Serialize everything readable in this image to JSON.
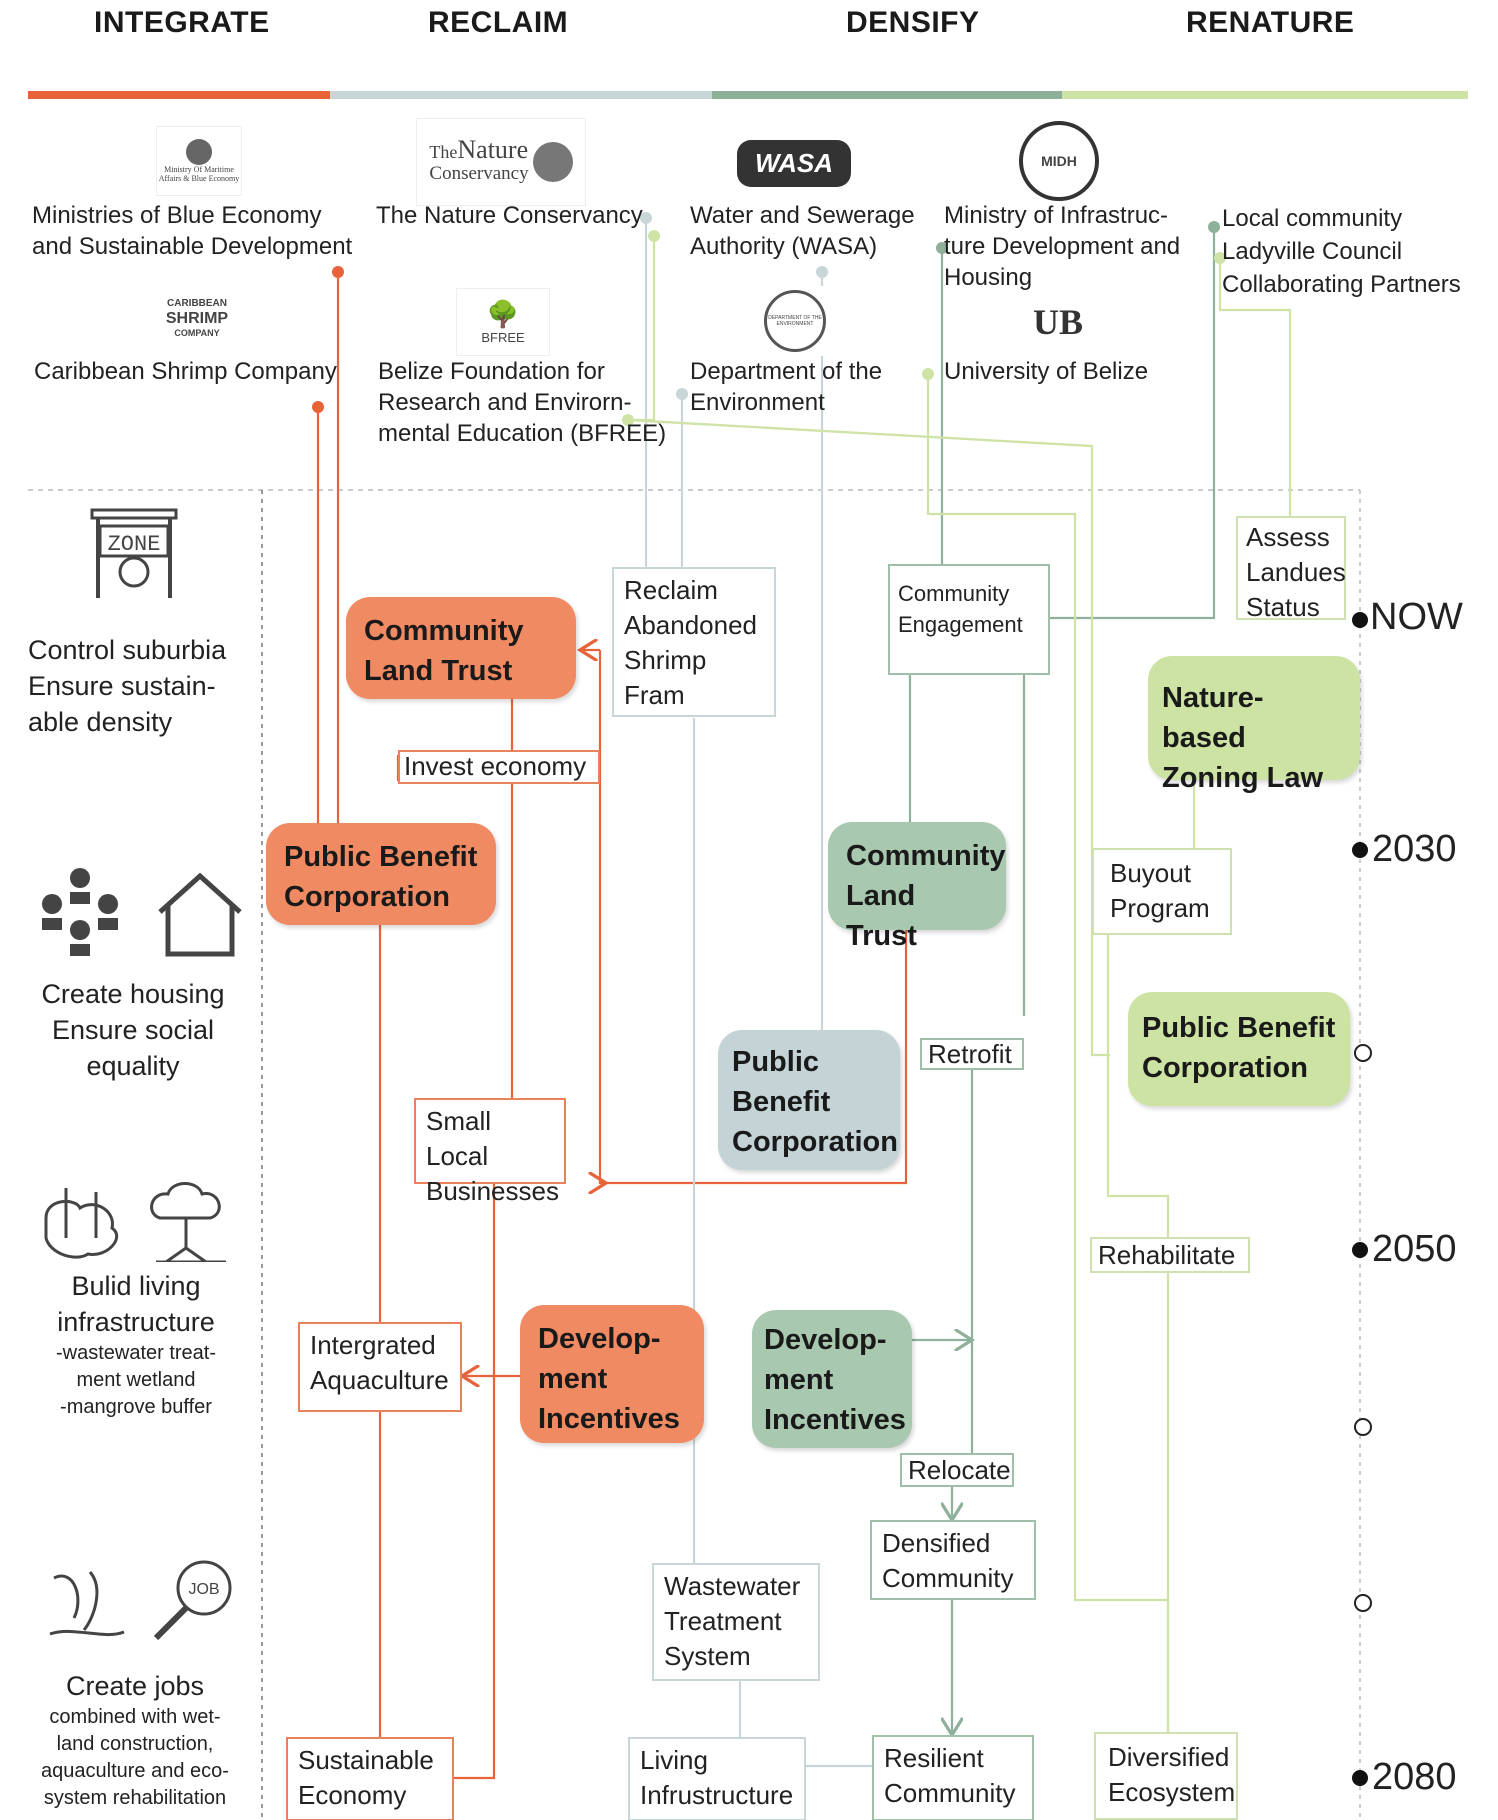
{
  "phases": [
    "INTEGRATE",
    "RECLAIM",
    "DENSIFY",
    "RENATURE"
  ],
  "colors": {
    "orange": "#e8633a",
    "gray": "#c8d6d8",
    "sage": "#8fb09a",
    "lime": "#cfe3a6"
  },
  "logos": {
    "ministry": "Ministry Of Maritime Affairs & Blue Economy",
    "tnc_the": "The",
    "tnc_nature": "Nature",
    "tnc_conservancy": "Conservancy",
    "wasa": "WASA",
    "midh": "MIDH",
    "shrimp_1": "CARIBBEAN",
    "shrimp_2": "SHRIMP",
    "shrimp_3": "COMPANY",
    "bfree": "BFREE",
    "doe": "DEPARTMENT OF THE ENVIRONMENT",
    "ub": "UB"
  },
  "orgs": {
    "ministries": "Ministries of Blue Economy\nand Sustainable Development",
    "tnc": "The Nature Conservancy",
    "wasa": "Water and Sewerage\nAuthority (WASA)",
    "midh": "Ministry of Infrastruc-\nture Development and\nHousing",
    "local": "Local community\nLadyville Council\nCollaborating Partners",
    "shrimp": "Caribbean Shrimp Company",
    "bfree": "Belize Foundation for\nResearch and Envirorn-\nmental Education (BFREE)",
    "doe": "Department of the\nEnvironment",
    "ub": "University of Belize"
  },
  "goals": [
    {
      "main": "Control suburbia\nEnsure sustain-\nable density",
      "sub": "",
      "icon": "zone-sign-icon"
    },
    {
      "main": "Create housing\nEnsure social\nequality",
      "sub": "",
      "icon": "people-house-icon"
    },
    {
      "main": "Bulid living\ninfrastructure",
      "sub": "-wastewater treat-\nment wetland\n-mangrove buffer",
      "icon": "wetland-tree-icon"
    },
    {
      "main": "Create jobs",
      "sub": "combined with wet-\nland construction,\naquaculture and eco-\nsystem rehabilitation",
      "icon": "fish-job-icon"
    }
  ],
  "timeline": {
    "now": "NOW",
    "y2030": "2030",
    "y2050": "2050",
    "y2080": "2080"
  },
  "boxes": {
    "invest": "Invest economy",
    "small_local": "Small Local\nBusinesses",
    "aquaculture": "Intergrated\nAquaculture",
    "sustainable": "Sustainable\nEconomy",
    "reclaim": "Reclaim\nAbandoned\nShrimp\nFram",
    "wastewater": "Wastewater\nTreatment\nSystem",
    "living": "Living\nInfrustructure",
    "community_eng": "Community\nEngagement",
    "retrofit": "Retrofit",
    "relocate": "Relocate",
    "densified": "Densified\nCommunity",
    "resilient": "Resilient\nCommunity",
    "assess": "Assess\nLandues\nStatus",
    "buyout": "Buyout\nProgram",
    "rehabilitate": "Rehabilitate",
    "diversified": "Diversified\nEcosystem"
  },
  "pills": {
    "clt_orange": "Community\nLand Trust",
    "pbc_orange": "Public Benefit\nCorporation",
    "dev_orange": "Develop-\nment\nIncentives",
    "clt_green": "Community\nLand Trust",
    "pbc_gray": "Public\nBenefit\nCorporation",
    "dev_green": "Develop-\nment\nIncentives",
    "nature_zoning": "Nature-based\nZoning Law",
    "pbc_lime": "Public Benefit\nCorporation"
  }
}
